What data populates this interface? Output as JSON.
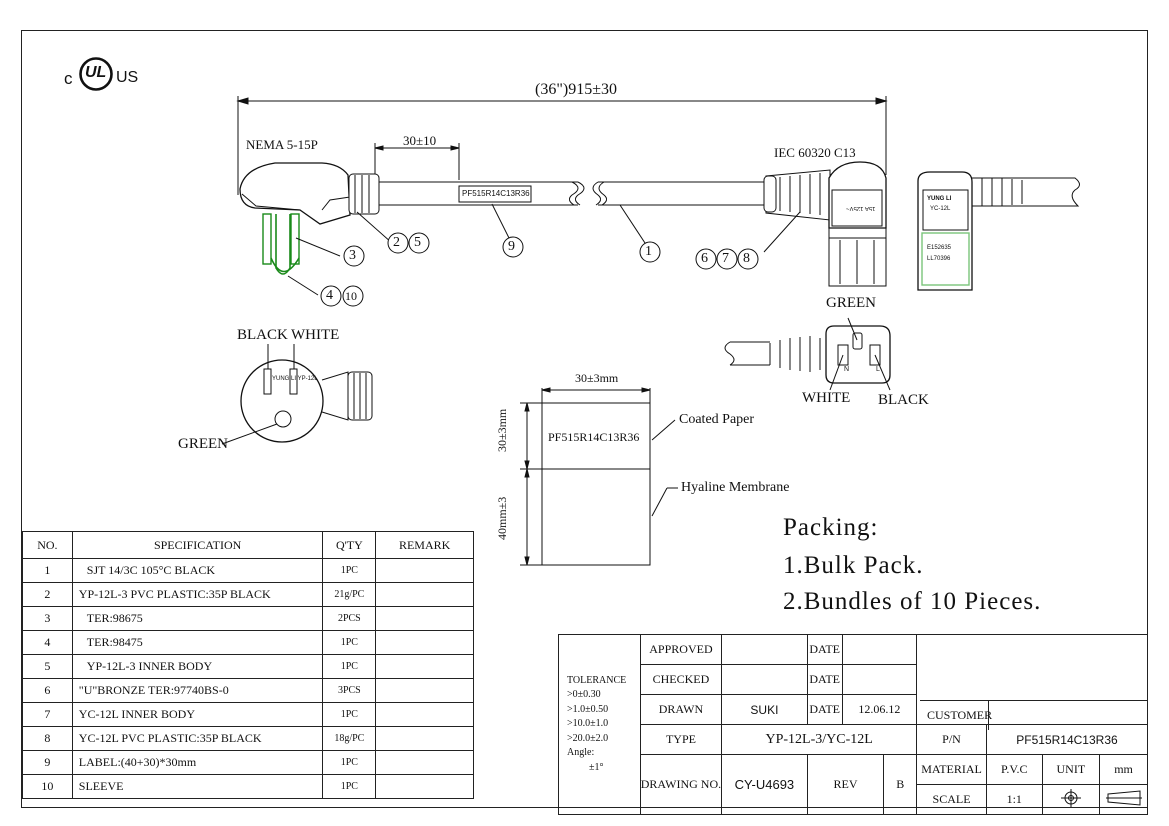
{
  "cert": {
    "left": "c",
    "right": "US",
    "mark": "UL"
  },
  "dimensions": {
    "overall": "(36\")915±30",
    "label_offset": "30±10",
    "label_width": "30±3mm",
    "label_height_top": "30±3mm",
    "label_height_bottom": "40mm±3"
  },
  "plug_left": {
    "name": "NEMA 5-15P",
    "label_text": "PF515R14C13R36",
    "face_text": "YUNG LI YP-12L"
  },
  "plug_right": {
    "name": "IEC 60320 C13",
    "body_text": "15A 125V~",
    "side_text_1": "YUNG LI",
    "side_text_2": "YC-12L",
    "side_text_3": "E152635",
    "side_text_4": "LL70396"
  },
  "callouts": {
    "c1": "1",
    "c2": "2",
    "c3": "3",
    "c4": "4",
    "c5": "5",
    "c6": "6",
    "c7": "7",
    "c8": "8",
    "c9": "9",
    "c10": "10"
  },
  "wires": {
    "black": "BLACK",
    "white": "WHITE",
    "green": "GREEN",
    "neutral": "N",
    "line": "L"
  },
  "label_spec": {
    "text": "PF515R14C13R36",
    "coated": "Coated Paper",
    "hyaline": "Hyaline Membrane"
  },
  "packing": {
    "title": "Packing:",
    "line1": "1.Bulk Pack.",
    "line2": "2.Bundles of 10 Pieces."
  },
  "spec_table": {
    "headers": [
      "NO.",
      "SPECIFICATION",
      "Q'TY",
      "REMARK"
    ],
    "rows": [
      {
        "no": "1",
        "spec": "SJT 14/3C 105°C BLACK",
        "qty": "1PC",
        "remark": ""
      },
      {
        "no": "2",
        "spec": "YP-12L-3 PVC PLASTIC:35P BLACK",
        "qty": "21g/PC",
        "remark": ""
      },
      {
        "no": "3",
        "spec": "TER:98675",
        "qty": "2PCS",
        "remark": ""
      },
      {
        "no": "4",
        "spec": "TER:98475",
        "qty": "1PC",
        "remark": ""
      },
      {
        "no": "5",
        "spec": "YP-12L-3 INNER BODY",
        "qty": "1PC",
        "remark": ""
      },
      {
        "no": "6",
        "spec": "\"U\"BRONZE TER:97740BS-0",
        "qty": "3PCS",
        "remark": ""
      },
      {
        "no": "7",
        "spec": "YC-12L INNER BODY",
        "qty": "1PC",
        "remark": ""
      },
      {
        "no": "8",
        "spec": "YC-12L PVC PLASTIC:35P BLACK",
        "qty": "18g/PC",
        "remark": ""
      },
      {
        "no": "9",
        "spec": "LABEL:(40+30)*30mm",
        "qty": "1PC",
        "remark": ""
      },
      {
        "no": "10",
        "spec": "SLEEVE",
        "qty": "1PC",
        "remark": ""
      }
    ]
  },
  "title_block": {
    "tolerance": {
      "title": "TOLERANCE",
      "l1": ">0±0.30",
      "l2": ">1.0±0.50",
      "l3": ">10.0±1.0",
      "l4": ">20.0±2.0",
      "l5": "Angle:",
      "l6": "±1°"
    },
    "approved": "APPROVED",
    "checked": "CHECKED",
    "drawn": "DRAWN",
    "drawn_by": "SUKI",
    "date": "DATE",
    "drawn_date": "12.06.12",
    "type": "TYPE",
    "type_value": "YP-12L-3/YC-12L",
    "drawing_no": "DRAWING NO.",
    "drawing_no_value": "CY-U4693",
    "rev": "REV",
    "rev_value": "B",
    "customer": "CUSTOMER",
    "pn": "P/N",
    "pn_value": "PF515R14C13R36",
    "material": "MATERIAL",
    "material_value": "P.V.C",
    "unit": "UNIT",
    "unit_value": "mm",
    "scale": "SCALE",
    "scale_value": "1:1"
  }
}
